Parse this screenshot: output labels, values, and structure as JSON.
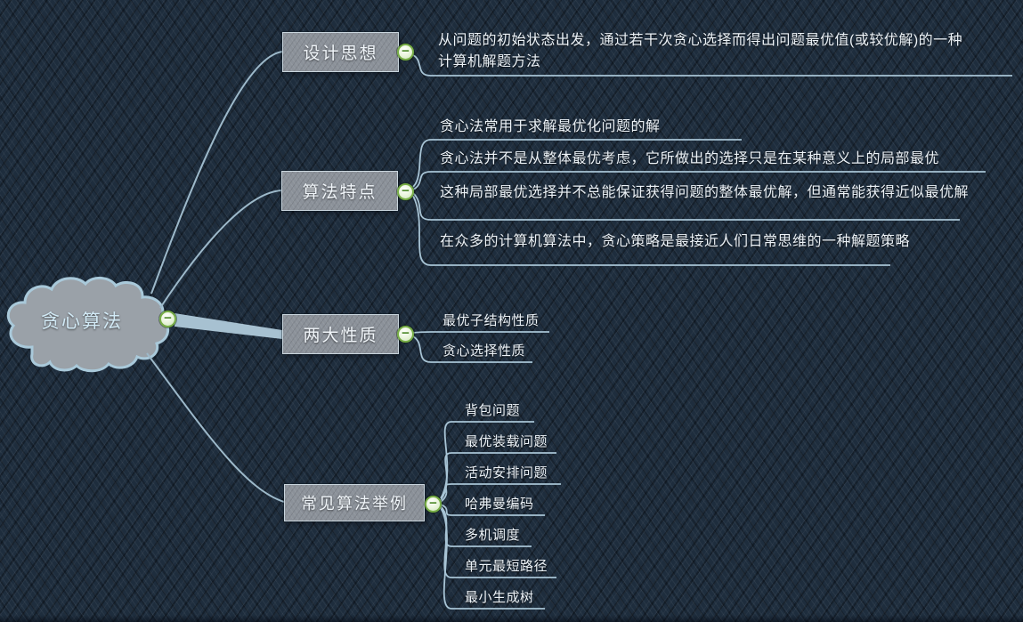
{
  "root": {
    "label": "贪心算法"
  },
  "branches": [
    {
      "label": "设计思想",
      "children": [
        {
          "text": "从问题的初始状态出发，通过若干次贪心选择而得出问题最优值(或较优解)的一种\n计算机解题方法"
        }
      ]
    },
    {
      "label": "算法特点",
      "children": [
        {
          "text": "贪心法常用于求解最优化问题的解"
        },
        {
          "text": "贪心法并不是从整体最优考虑，它所做出的选择只是在某种意义上的局部最优"
        },
        {
          "text": "这种局部最优选择并不总能保证获得问题的整体最优解，但通常能获得近似最优解"
        },
        {
          "text": "在众多的计算机算法中，贪心策略是最接近人们日常思维的一种解题策略"
        }
      ]
    },
    {
      "label": "两大性质",
      "children": [
        {
          "text": "最优子结构性质"
        },
        {
          "text": "贪心选择性质"
        }
      ]
    },
    {
      "label": "常见算法举例",
      "children": [
        {
          "text": "背包问题"
        },
        {
          "text": "最优装载问题"
        },
        {
          "text": "活动安排问题"
        },
        {
          "text": "哈弗曼编码"
        },
        {
          "text": "多机调度"
        },
        {
          "text": "单元最短路径"
        },
        {
          "text": "最小生成树"
        }
      ]
    }
  ],
  "icons": {
    "collapse_glyph": "−"
  },
  "colors": {
    "background": "#1e2d3d",
    "topic_fill": "#8b9199",
    "topic_border": "#c9d5dd",
    "connector": "#a3bfd0",
    "collapse_green": "#77ad45",
    "root_text": "#d2eaf6",
    "leaf_text": "#edf3f8"
  }
}
